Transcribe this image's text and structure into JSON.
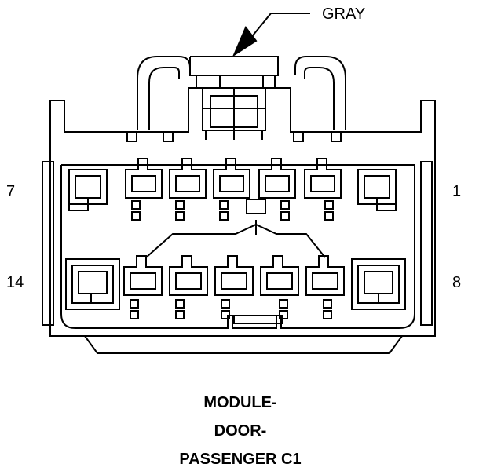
{
  "callout": {
    "label": "GRAY"
  },
  "pin_labels": {
    "top_left": "7",
    "top_right": "1",
    "bottom_left": "14",
    "bottom_right": "8"
  },
  "title": {
    "line1": "MODULE-",
    "line2": "DOOR-",
    "line3": "PASSENGER C1"
  },
  "colors": {
    "stroke": "#000000",
    "background": "#ffffff"
  }
}
